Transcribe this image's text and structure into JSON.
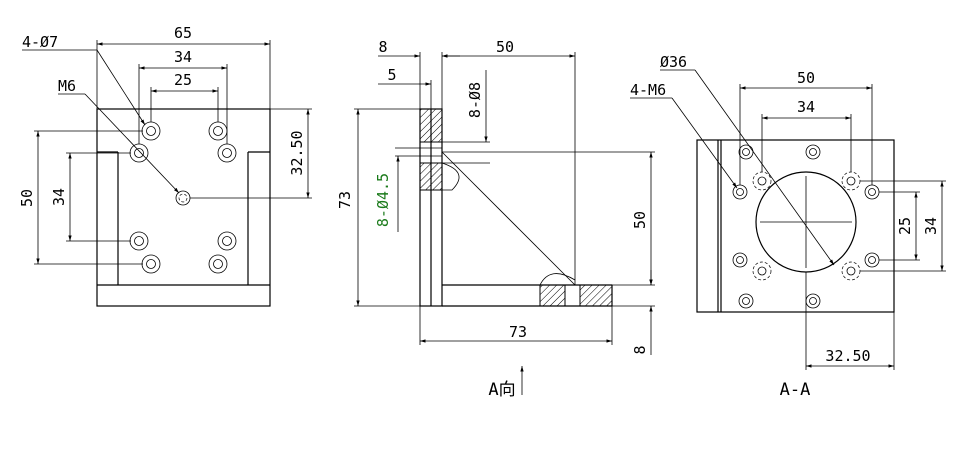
{
  "left_view": {
    "dim_width": "65",
    "dim_34": "34",
    "dim_25": "25",
    "dim_height": "50",
    "dim_34_vert": "34",
    "dim_32_50": "32.50",
    "hole_callout": "4-Ø7",
    "thread_callout": "M6"
  },
  "side_view": {
    "dim_8_top": "8",
    "dim_5": "5",
    "dim_50_top": "50",
    "hole_callout_8": "8-Ø8",
    "dim_73_vert": "73",
    "hole_callout_45": "8-Ø4.5",
    "dim_50_vert": "50",
    "dim_73_bottom": "73",
    "dim_8_bottom": "8",
    "view_label": "A向"
  },
  "section_view": {
    "dia_callout": "Ø36",
    "thread_callout": "4-M6",
    "dim_50": "50",
    "dim_34": "34",
    "dim_25_vert": "25",
    "dim_34_vert": "34",
    "dim_32_50": "32.50",
    "view_label": "A-A"
  }
}
